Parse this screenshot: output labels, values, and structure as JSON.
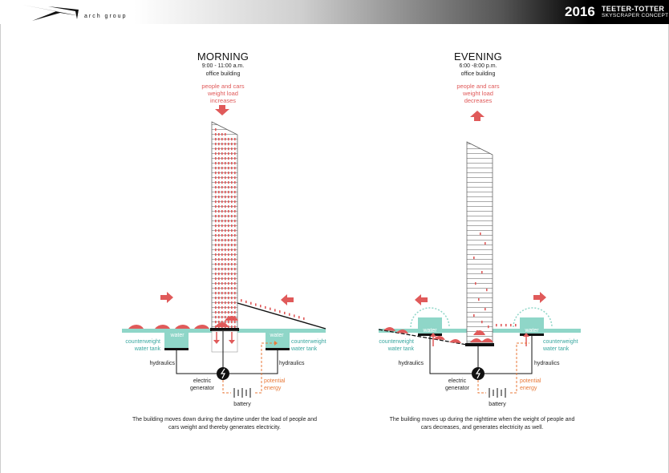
{
  "header": {
    "brand": "arch group",
    "year": "2016",
    "project_title": "TEETER-TOTTER",
    "project_subtitle": "SKYSCRAPER CONCEPT"
  },
  "morning": {
    "title": "MORNING",
    "time": "9:00 - 11:00 a.m.",
    "use": "office building",
    "load_line1": "people and cars",
    "load_line2": "weight load",
    "load_line3": "increases",
    "water_left": "water",
    "water_right": "water",
    "tank_left_line1": "counterweight",
    "tank_left_line2": "water tank",
    "tank_right_line1": "counterweight",
    "tank_right_line2": "water tank",
    "hydraulics_left": "hydraulics",
    "hydraulics_right": "hydraulics",
    "generator_line1": "electric",
    "generator_line2": "generator",
    "energy_line1": "potential",
    "energy_line2": "energy",
    "battery": "battery",
    "caption_line1": "The building moves down during the daytime under the load of people and",
    "caption_line2": "cars weight and thereby generates electricity."
  },
  "evening": {
    "title": "EVENING",
    "time": "6:00 -8:00 p.m.",
    "use": "office building",
    "load_line1": "people and cars",
    "load_line2": "weight load",
    "load_line3": "decreases",
    "water_left": "water",
    "water_right": "water",
    "tank_left_line1": "counterweight",
    "tank_left_line2": "water tank",
    "tank_right_line1": "counterweight",
    "tank_right_line2": "water tank",
    "hydraulics_left": "hydraulics",
    "hydraulics_right": "hydraulics",
    "generator_line1": "electric",
    "generator_line2": "generator",
    "energy_line1": "potential",
    "energy_line2": "energy",
    "battery": "battery",
    "caption_line1": "The building moves up during the nighttime when the weight of people and",
    "caption_line2": "cars decreases, and generates electricity as well."
  },
  "colors": {
    "accent_red": "#e05a5a",
    "teal": "#8fd6c8",
    "teal_text": "#3aa7a0",
    "orange": "#e87a3a"
  }
}
